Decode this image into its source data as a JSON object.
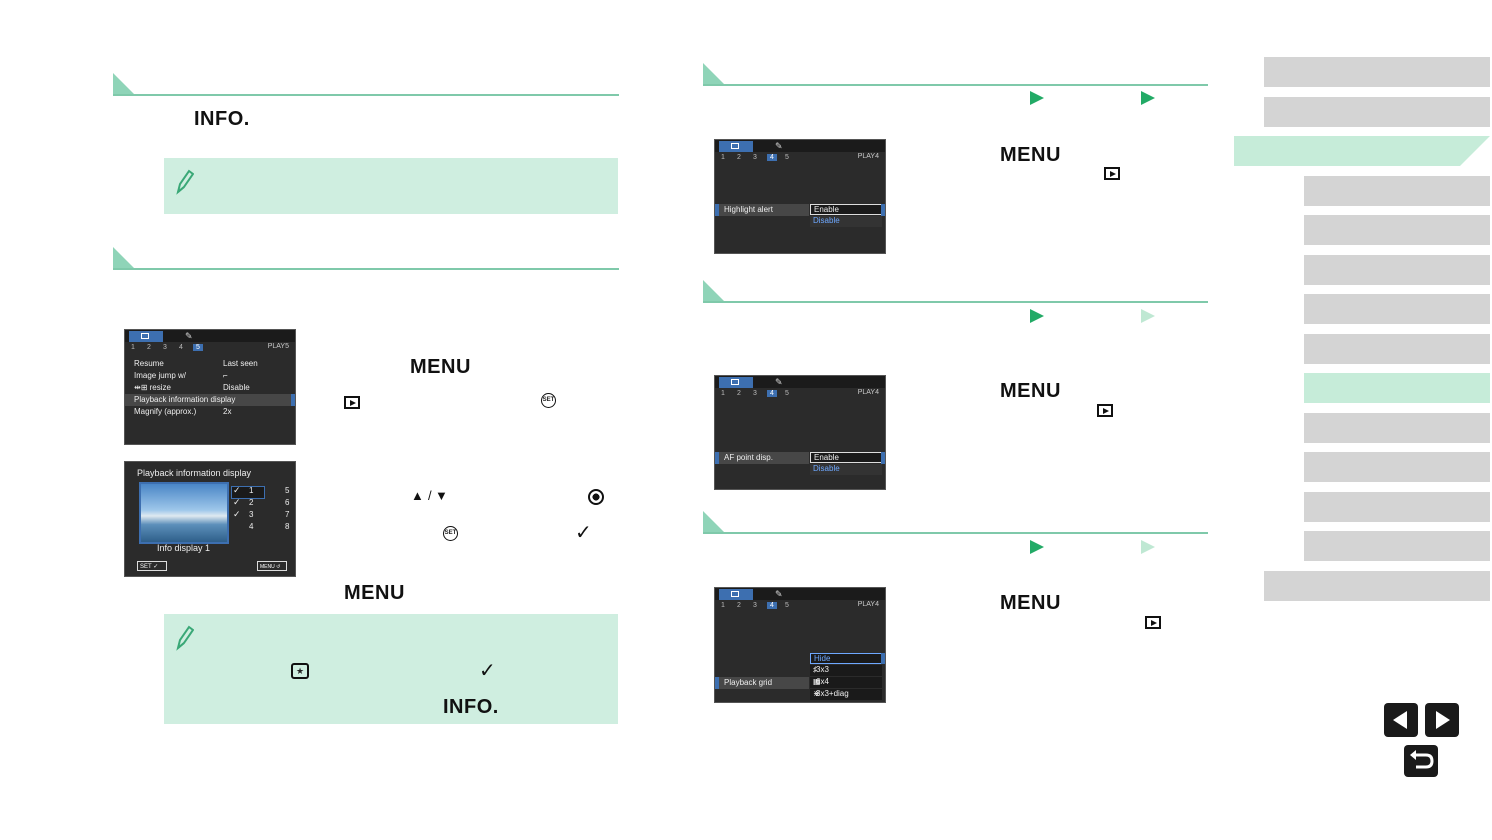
{
  "left": {
    "info_label": "INFO.",
    "menu_label": "MENU",
    "screen1": {
      "page_code": "PLAY5",
      "tabs": [
        "1",
        "2",
        "3",
        "4",
        "5"
      ],
      "rows": [
        {
          "label": "Resume",
          "value": "Last seen"
        },
        {
          "label": "Image jump w/",
          "value": ""
        },
        {
          "label": "resize",
          "value": "Disable"
        },
        {
          "label": "Playback information display",
          "value": ""
        },
        {
          "label": "Magnify (approx.)",
          "value": "2x"
        }
      ]
    },
    "screen2": {
      "title": "Playback information display",
      "caption": "Info display 1",
      "checks": [
        "1",
        "2",
        "3",
        "4",
        "5",
        "6",
        "7",
        "8"
      ],
      "set_label": "SET",
      "menu_label": "MENU"
    }
  },
  "right": {
    "menu_label": "MENU",
    "screenA": {
      "page_code": "PLAY4",
      "tabs": [
        "1",
        "2",
        "3",
        "4",
        "5"
      ],
      "item": "Highlight alert",
      "options": [
        "Enable",
        "Disable"
      ]
    },
    "screenB": {
      "page_code": "PLAY4",
      "tabs": [
        "1",
        "2",
        "3",
        "4",
        "5"
      ],
      "item": "AF point disp.",
      "options": [
        "Enable",
        "Disable"
      ]
    },
    "screenC": {
      "page_code": "PLAY4",
      "tabs": [
        "1",
        "2",
        "3",
        "4",
        "5"
      ],
      "item": "Playback grid",
      "options": [
        "Hide",
        "3x3",
        "6x4",
        "3x3+diag"
      ]
    }
  },
  "colors": {
    "accent": "#8fd4b8",
    "note_bg": "#cfeee0",
    "nav_grey": "#d4d4d4",
    "nav_active": "#c6ecd9"
  }
}
